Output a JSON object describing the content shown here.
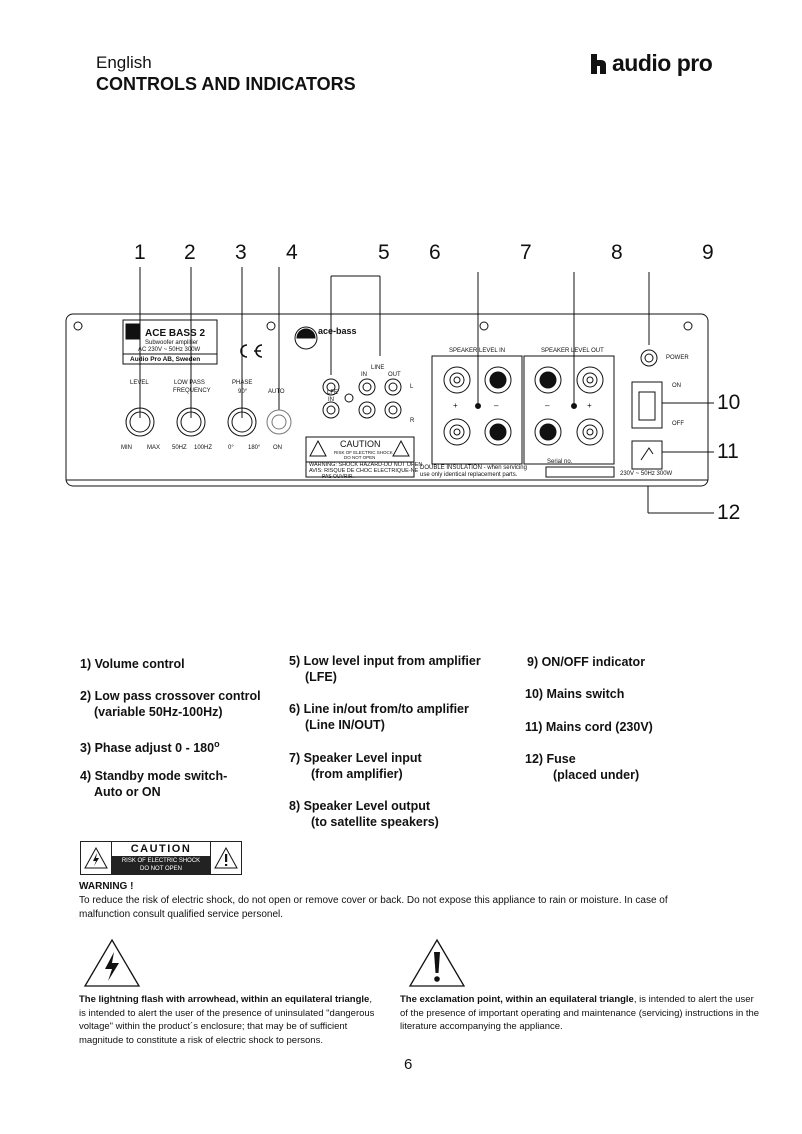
{
  "header": {
    "language": "English",
    "title": "CONTROLS AND INDICATORS",
    "brand": "audio pro"
  },
  "callouts": [
    "1",
    "2",
    "3",
    "4",
    "5",
    "6",
    "7",
    "8",
    "9",
    "10",
    "11",
    "12"
  ],
  "panel": {
    "model": "ACE BASS 2",
    "model_desc": "Subwoofer amplifier",
    "power_rating": "AC 230V ~ 50Hz 300W",
    "maker": "Audio Pro AB, Sweden",
    "level": "LEVEL",
    "low_pass": [
      "LOW PASS",
      "FREQUENCY"
    ],
    "phase": "PHASE",
    "phase_90": "90°",
    "auto": "AUTO",
    "min": "MIN",
    "max": "MAX",
    "hz50": "50HZ",
    "hz100": "100HZ",
    "deg0": "0°",
    "deg180": "180°",
    "on_label": "ON",
    "ace_bass": "ace-bass",
    "lfe": [
      "LFE",
      "IN"
    ],
    "line": "LINE",
    "line_in": "IN",
    "line_out": "OUT",
    "l": "L",
    "r": "R",
    "caution": "CAUTION",
    "caution_sub": [
      "RISK OF ELECTRIC SHOCK",
      "DO NOT OPEN"
    ],
    "warning_lines": [
      "WARNING: SHOCK HAZARD-DO NOT OPEN",
      "AVIS: RISQUE DE CHOC ELECTRIQUE-NE",
      "PAS OUVRIR."
    ],
    "speaker_in": "SPEAKER LEVEL IN",
    "speaker_out": "SPEAKER LEVEL OUT",
    "plus": "+",
    "minus": "–",
    "power": "POWER",
    "switch_on": "ON",
    "switch_off": "OFF",
    "double_insulation": [
      "DOUBLE INSULATION - when servicing",
      "use only identical replacement parts."
    ],
    "serial": "Serial no.",
    "mains": "230V ~ 50Hz 300W"
  },
  "legend": {
    "col1": [
      {
        "main": "1)  Volume control",
        "sub": ""
      },
      {
        "main": "2) Low pass crossover control",
        "sub": "(variable 50Hz-100Hz)"
      },
      {
        "main": "3) Phase adjust 0 - 180",
        "sub": ""
      },
      {
        "main": "4) Standby mode switch-",
        "sub": "Auto or ON"
      }
    ],
    "col2": [
      {
        "main": "5)  Low level input from amplifier",
        "sub": "(LFE)"
      },
      {
        "main": "6)  Line in/out from/to amplifier",
        "sub": "(Line IN/OUT)"
      },
      {
        "main": "7)  Speaker Level input",
        "sub": "(from amplifier)"
      },
      {
        "main": "8)  Speaker Level output",
        "sub": "(to satellite speakers)"
      }
    ],
    "col3": [
      {
        "main": "9)  ON/OFF indicator",
        "sub": ""
      },
      {
        "main": "10)  Mains switch",
        "sub": ""
      },
      {
        "main": "11)  Mains cord (230V)",
        "sub": ""
      },
      {
        "main": "12)  Fuse",
        "sub": "(placed under)"
      }
    ]
  },
  "caution_label": {
    "word": "CAUTION",
    "sub1": "RISK OF ELECTRIC SHOCK",
    "sub2": "DO NOT OPEN"
  },
  "warning": {
    "title": "WARNING !",
    "text": "To reduce the risk of electric shock, do not open or remove cover or back. Do not expose this appliance to rain or moisture. In case of malfunction consult qualified service personel."
  },
  "symbols": {
    "lightning_bold": "The lightning flash with arrowhead, within an equilateral triangle",
    "lightning_rest": ", is intended to alert the user of the presence of uninsulated \"dangerous voltage\" within the product´s enclosure; that may be of sufficient magnitude to constitute a risk of electric shock to persons.",
    "exclaim_bold": "The exclamation point, within an equilateral triangle",
    "exclaim_rest": ", is intended to alert the user of the presence of  important operating and maintenance (servicing) instructions in the literature accompanying the appliance."
  },
  "page_number": "6"
}
